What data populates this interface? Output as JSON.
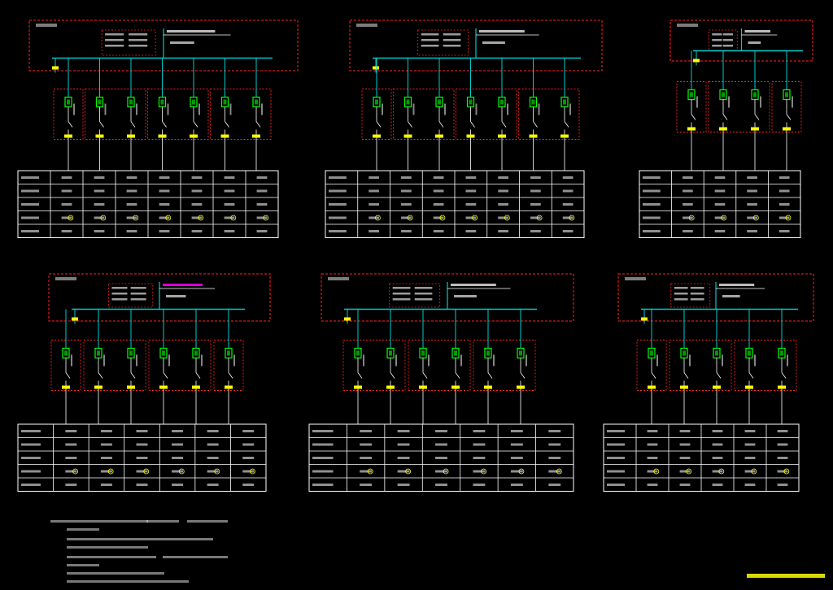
{
  "colors": {
    "background": "#000000",
    "bus": "#00cccc",
    "dashed_box": "#ff2222",
    "breaker": "#00ff00",
    "marker": "#ffff00",
    "magenta_text": "#ff00ff",
    "text": "#ffffff"
  },
  "panels": [
    {
      "feeders": 7,
      "groups": [
        1,
        2,
        2,
        2
      ],
      "table_cols": 8
    },
    {
      "feeders": 7,
      "groups": [
        1,
        2,
        2,
        2
      ],
      "table_cols": 8
    },
    {
      "feeders": 4,
      "groups": [
        1,
        2,
        1
      ],
      "table_cols": 5
    },
    {
      "feeders": 6,
      "groups": [
        1,
        2,
        2,
        1
      ],
      "table_cols": 7
    },
    {
      "feeders": 6,
      "groups": [
        2,
        2,
        2
      ],
      "table_cols": 7
    },
    {
      "feeders": 5,
      "groups": [
        1,
        2,
        2
      ],
      "table_cols": 6
    }
  ]
}
